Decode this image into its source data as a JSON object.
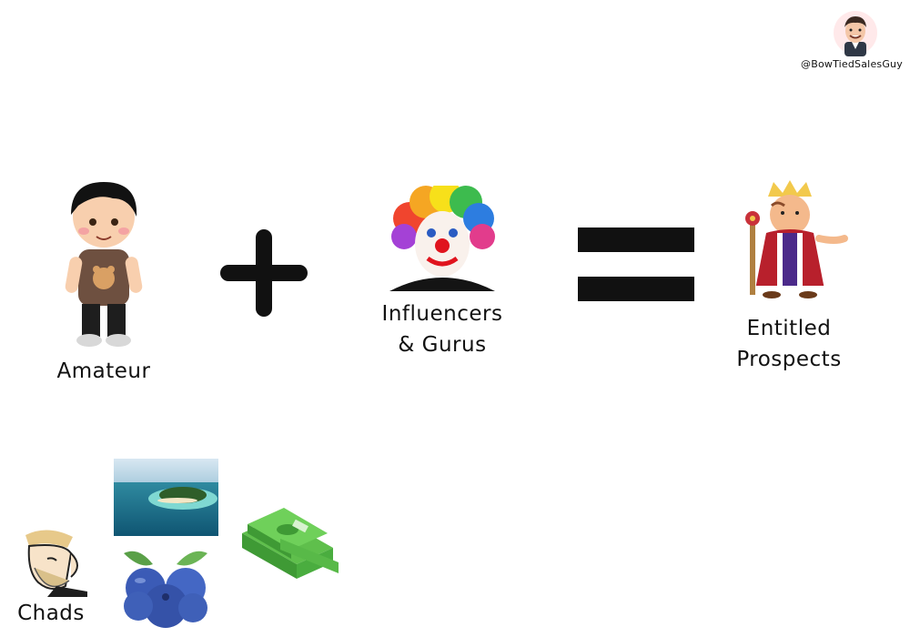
{
  "handle": "@BowTiedSalesGuy",
  "equation": {
    "term1_label": "Amateur",
    "term2_label_line1": "Influencers",
    "term2_label_line2": "& Gurus",
    "result_label_line1": "Entitled",
    "result_label_line2": "Prospects"
  },
  "bottom": {
    "chads_label": "Chads"
  }
}
